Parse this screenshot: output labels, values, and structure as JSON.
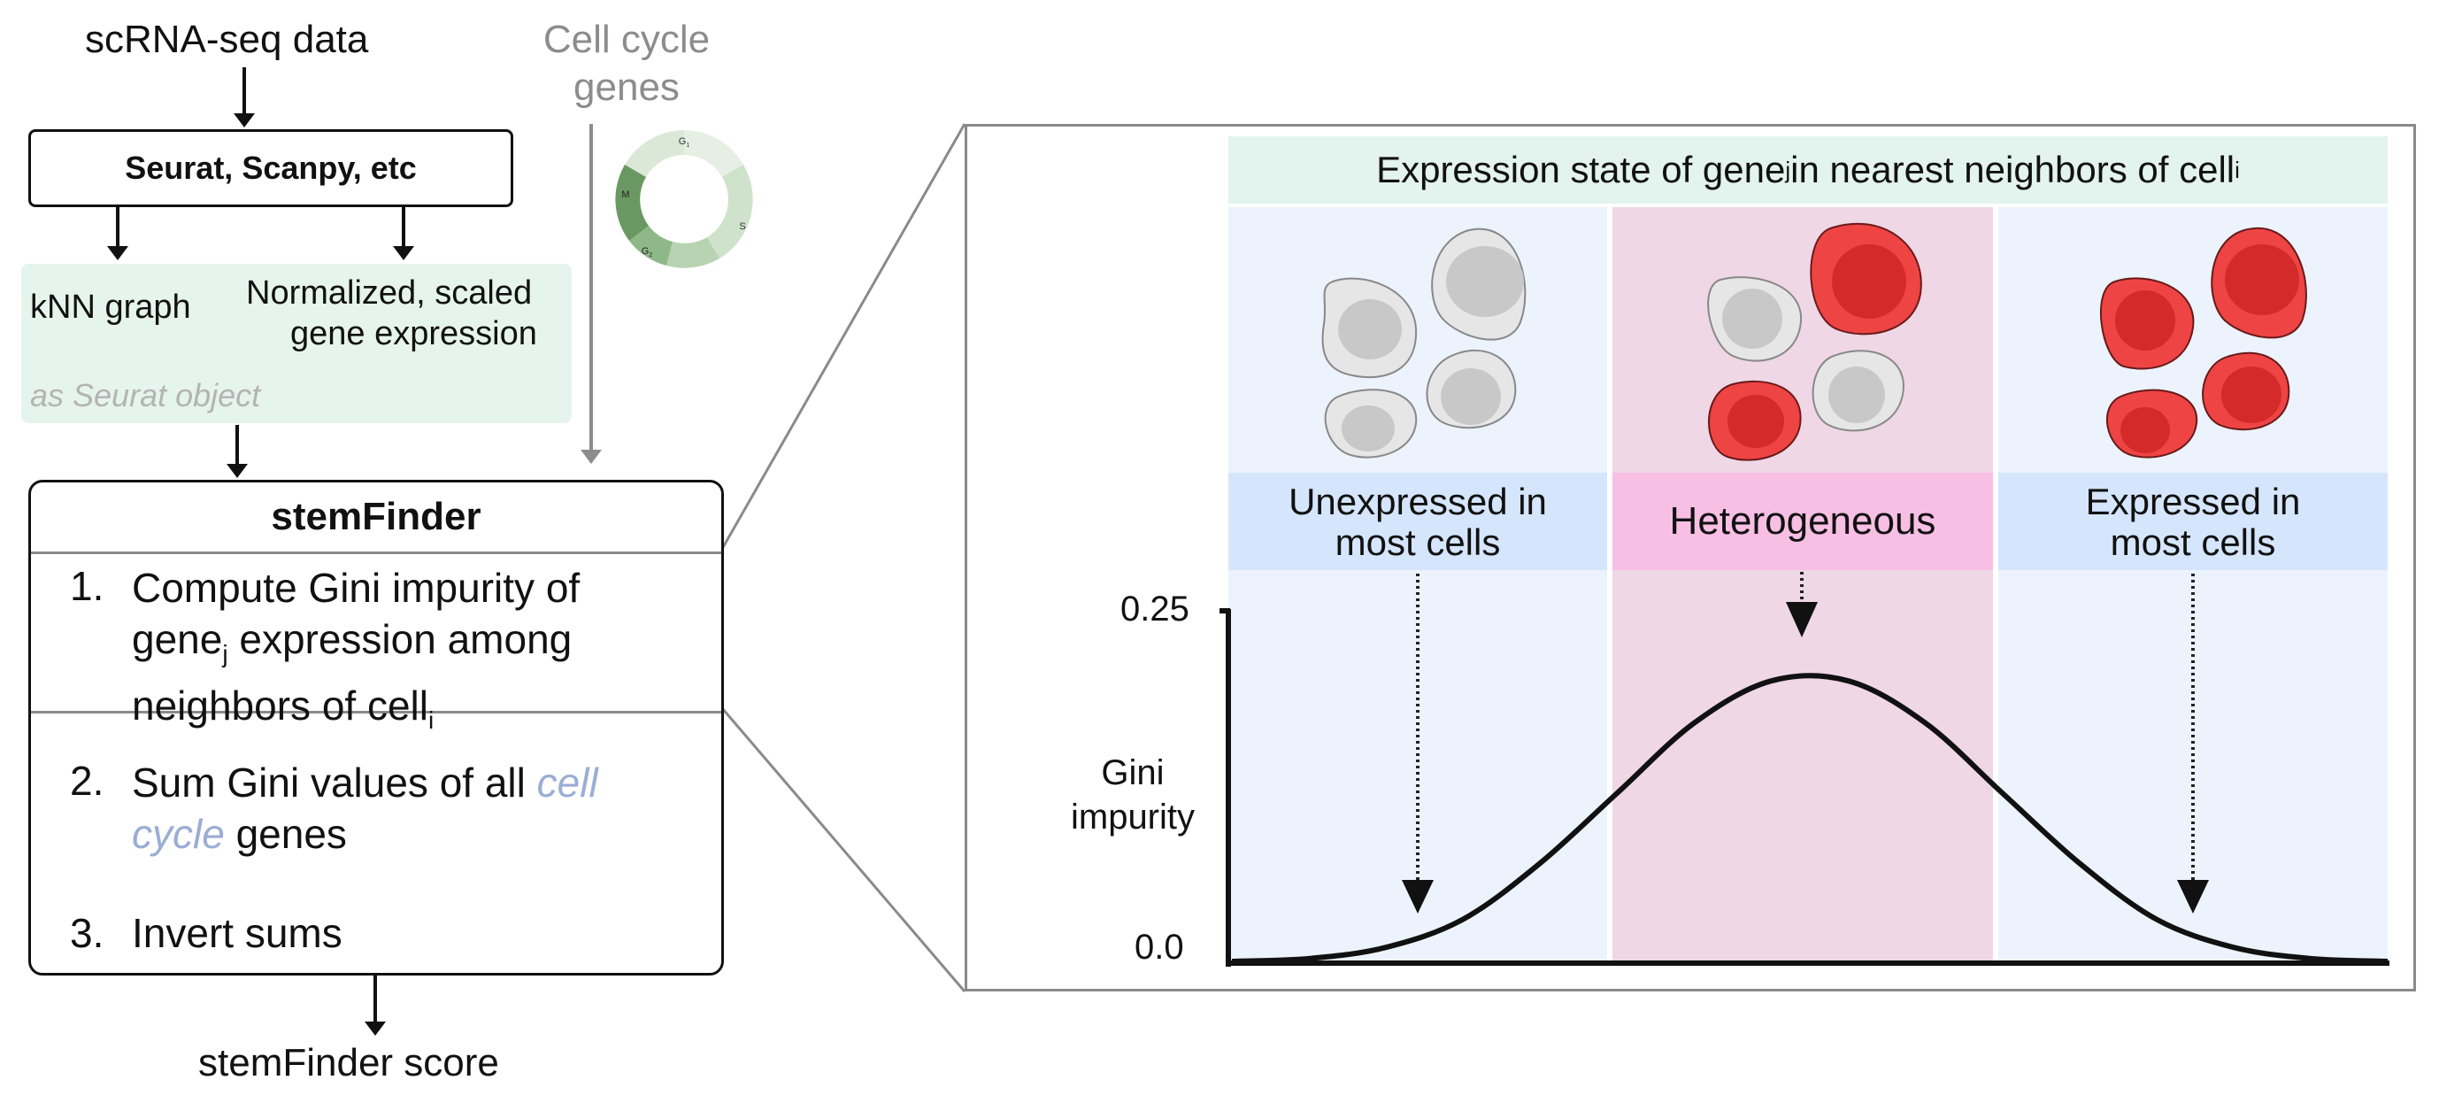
{
  "left": {
    "input_label": "scRNA-seq data",
    "tools_box": "Seurat, Scanpy, etc",
    "knn_label": "kNN graph",
    "expr_label_1": "Normalized, scaled",
    "expr_label_2": "gene expression",
    "object_note": "as Seurat object",
    "cell_cycle_1": "Cell cycle",
    "cell_cycle_2": "genes",
    "cycle_phases": {
      "g1": "G",
      "g1_sub": "1",
      "s": "S",
      "g2": "G",
      "g2_sub": "2",
      "m": "M"
    },
    "stemfinder_title": "stemFinder",
    "step1": {
      "num": "1.",
      "line1": "Compute Gini impurity of",
      "gene": "gene",
      "gene_sub": "j",
      "line2_rest": " expression among",
      "line3": "neighbors of cell",
      "cell_sub": "i"
    },
    "step2": {
      "num": "2.",
      "line1_a": "Sum Gini values of all ",
      "line1_b": "cell",
      "line2_a": "cycle",
      "line2_b": " genes"
    },
    "step3": {
      "num": "3.",
      "text": "Invert sums"
    },
    "output_label": "stemFinder score"
  },
  "right": {
    "header": {
      "a": "Expression state of gene",
      "sub_j": "j",
      "b": " in nearest neighbors of cell",
      "sub_i": "i"
    },
    "states": [
      {
        "line1": "Unexpressed in",
        "line2": "most cells"
      },
      {
        "line1": "Heterogeneous"
      },
      {
        "line1": "Expressed in",
        "line2": "most cells"
      }
    ],
    "ylabel_1": "Gini",
    "ylabel_2": "impurity",
    "yticks": [
      "0.25",
      "0.0"
    ]
  },
  "colors": {
    "panel_blue": "#ecf3fc",
    "panel_pink": "#efd7e6",
    "label_blue": "#d5e5fb",
    "label_pink": "#f8bfe5",
    "header_green": "#e3f3ee",
    "note_green": "#e6f4ee",
    "cell_red": "#ef4444",
    "nucleus_red": "#d42a2a",
    "cell_grey": "#e6e6e6",
    "nucleus_grey": "#c8c8c8",
    "cell_cycle_text": "#8c8c8c",
    "italic_blue": "#9aaed4"
  },
  "chart_data": {
    "type": "line",
    "ylabel": "Gini impurity",
    "ylim": [
      0.0,
      0.25
    ],
    "y_ticks": [
      0.0,
      0.25
    ],
    "series": [
      {
        "y": [
          0.0,
          0.002,
          0.01,
          0.03,
          0.07,
          0.12,
          0.17,
          0.2,
          0.2,
          0.17,
          0.12,
          0.07,
          0.03,
          0.01,
          0.002,
          0.0
        ]
      }
    ],
    "grid": false
  }
}
